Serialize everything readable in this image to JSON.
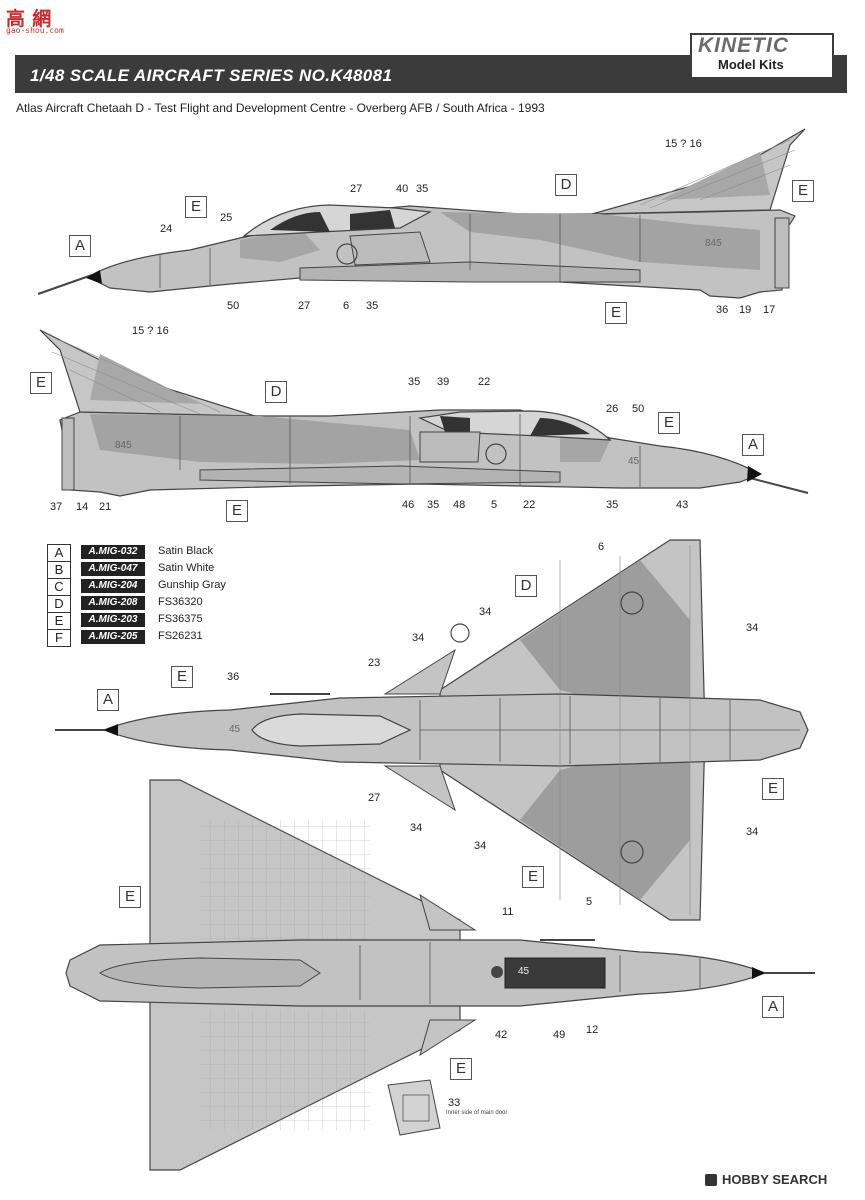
{
  "watermark": {
    "main": "高 網",
    "sub": "gao-shou.com"
  },
  "header": {
    "series_title": "1/48 SCALE  AIRCRAFT  SERIES NO.K48081"
  },
  "logo": {
    "brand": "KINETIC",
    "sub": "Model Kits"
  },
  "subtitle": "Atlas Aircraft Chetaah D - Test Flight and Development Centre - Overberg AFB / South Africa - 1993",
  "colors": {
    "header_bar": "#3b3b3b",
    "camo_dark": "#9c9c9c",
    "camo_light": "#c4c4c4",
    "canopy": "#cfcfcf"
  },
  "legend": [
    {
      "letter": "A",
      "code": "A.MIG-032",
      "name": "Satin Black"
    },
    {
      "letter": "B",
      "code": "A.MIG-047",
      "name": "Satin White"
    },
    {
      "letter": "C",
      "code": "A.MIG-204",
      "name": "Gunship Gray"
    },
    {
      "letter": "D",
      "code": "A.MIG-208",
      "name": "FS36320"
    },
    {
      "letter": "E",
      "code": "A.MIG-203",
      "name": "FS36375"
    },
    {
      "letter": "F",
      "code": "A.MIG-205",
      "name": "FS26231"
    }
  ],
  "views": {
    "side_right": {
      "callouts": [
        "15 ? 16",
        "27",
        "40",
        "35",
        "25",
        "24",
        "50",
        "27",
        "6",
        "35",
        "36",
        "19",
        "17"
      ],
      "letters": [
        "A",
        "E",
        "D",
        "E",
        "E"
      ],
      "serial": "845"
    },
    "side_left": {
      "callouts": [
        "15 ? 16",
        "35",
        "39",
        "22",
        "26",
        "50",
        "37",
        "14",
        "21",
        "46",
        "35",
        "48",
        "5",
        "22",
        "35",
        "43"
      ],
      "letters": [
        "E",
        "D",
        "E",
        "A",
        "E"
      ],
      "serial_tail": "845",
      "serial_nose": "45"
    },
    "top": {
      "callouts": [
        "6",
        "34",
        "34",
        "23",
        "36",
        "27",
        "34",
        "34",
        "34",
        "5",
        "34"
      ],
      "letters": [
        "D",
        "E",
        "A",
        "E",
        "E"
      ],
      "serial": "45"
    },
    "bottom": {
      "callouts": [
        "11",
        "42",
        "49",
        "12",
        "33"
      ],
      "letters": [
        "E",
        "A",
        "E"
      ],
      "serial": "45",
      "door_note": "Inner side of main door"
    }
  },
  "footer": {
    "source": "HOBBY SEARCH"
  }
}
